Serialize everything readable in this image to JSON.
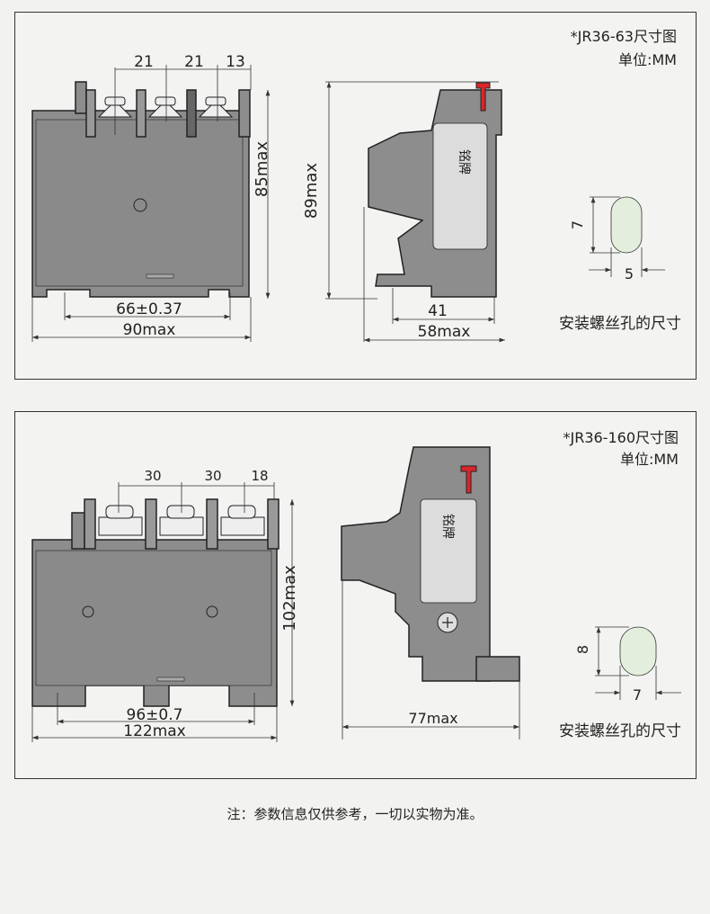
{
  "panels": [
    {
      "title": "*JR36-63尺寸图",
      "unit": "单位:MM",
      "dims": {
        "pitch1": "21",
        "pitch2": "21",
        "edge": "13",
        "height": "85max",
        "mount": "66±0.37",
        "width": "90max",
        "side_height": "89max",
        "side_mount": "41",
        "depth": "58max",
        "hole_h": "7",
        "hole_w": "5"
      },
      "nameplate": "铭牌",
      "hole_label": "安装螺丝孔的尺寸"
    },
    {
      "title": "*JR36-160尺寸图",
      "unit": "单位:MM",
      "dims": {
        "pitch1": "30",
        "pitch2": "30",
        "edge": "18",
        "height": "102max",
        "mount": "96±0.7",
        "width": "122max",
        "depth": "77max",
        "hole_h": "8",
        "hole_w": "7"
      },
      "nameplate": "铭牌",
      "hole_label": "安装螺丝孔的尺寸"
    }
  ],
  "note": "注：参数信息仅供参考，一切以实物为准。",
  "colors": {
    "body": "#8c8c8c",
    "outline": "#2a2a2a",
    "reset": "#d9262b",
    "hole": "#e3eedd"
  }
}
